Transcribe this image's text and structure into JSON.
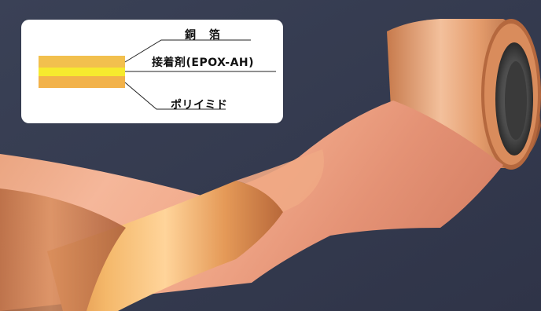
{
  "diagram": {
    "layers": [
      {
        "label": "銅 箔",
        "color": "#f2c04e"
      },
      {
        "label": "接着剤(EPOX-AH)",
        "color": "#f6ea2e"
      },
      {
        "label": "ポリイミド",
        "color": "#f2b24a"
      }
    ]
  },
  "colors": {
    "background": "#3d4459",
    "copper_light": "#f6b690",
    "copper_mid": "#d98a5a",
    "copper_dark": "#8a4a2e",
    "roll_core": "#4a4a4a"
  }
}
